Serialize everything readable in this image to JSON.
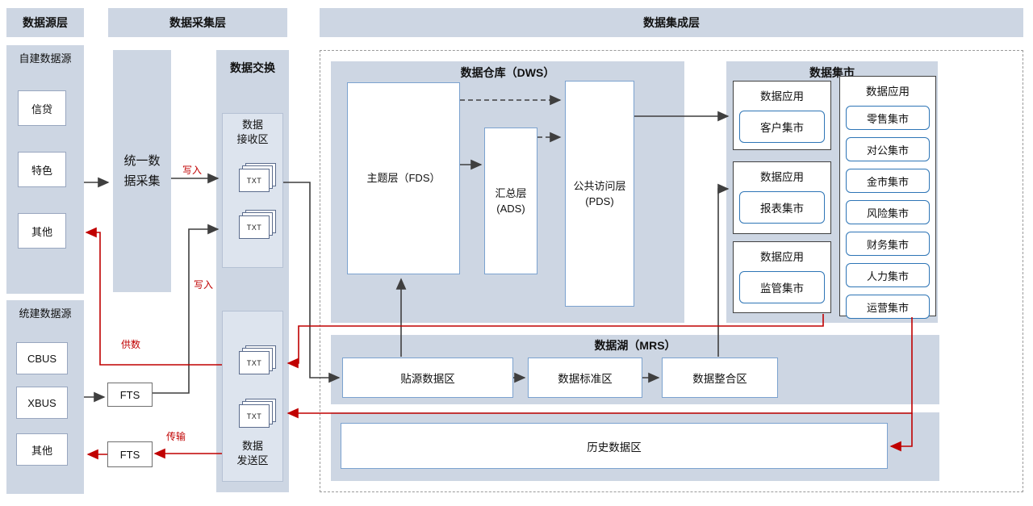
{
  "headers": {
    "source": "数据源层",
    "collection": "数据采集层",
    "integration": "数据集成层"
  },
  "source_layer": {
    "self_built": {
      "title": "自建数据源",
      "items": [
        "信贷",
        "特色",
        "其他"
      ]
    },
    "unified": {
      "title": "统建数据源",
      "items": [
        "CBUS",
        "XBUS",
        "其他"
      ]
    }
  },
  "collection_layer": {
    "unified_collection": "统一数据采集",
    "fts_label": "FTS",
    "exchange": {
      "title": "数据交换",
      "receive_label": "数据\n接收区",
      "send_label": "数据\n发送区"
    }
  },
  "integration_layer": {
    "dws": {
      "title": "数据仓库（DWS）",
      "fds": "主题层（FDS）",
      "ads": "汇总层\n(ADS)",
      "pds": "公共访问层\n(PDS)"
    },
    "mart": {
      "title": "数据集市",
      "groups": [
        {
          "label": "数据应用",
          "item": "客户集市"
        },
        {
          "label": "数据应用",
          "item": "报表集市"
        },
        {
          "label": "数据应用",
          "item": "监管集市"
        }
      ],
      "apps": {
        "label": "数据应用",
        "items": [
          "零售集市",
          "对公集市",
          "金市集市",
          "风险集市",
          "财务集市",
          "人力集市",
          "运营集市"
        ]
      }
    },
    "mrs": {
      "title": "数据湖（MRS）",
      "items": [
        "贴源数据区",
        "数据标准区",
        "数据整合区"
      ],
      "history": "历史数据区"
    }
  },
  "edge_labels": {
    "write_in": "写入",
    "supply": "供数",
    "transfer": "传输"
  },
  "icons": {
    "txt_label": "TXT"
  },
  "colors": {
    "panel": "#cdd6e3",
    "accent_blue": "#2e75b6",
    "arrow_black": "#3f3f3f",
    "arrow_red": "#c00000"
  }
}
